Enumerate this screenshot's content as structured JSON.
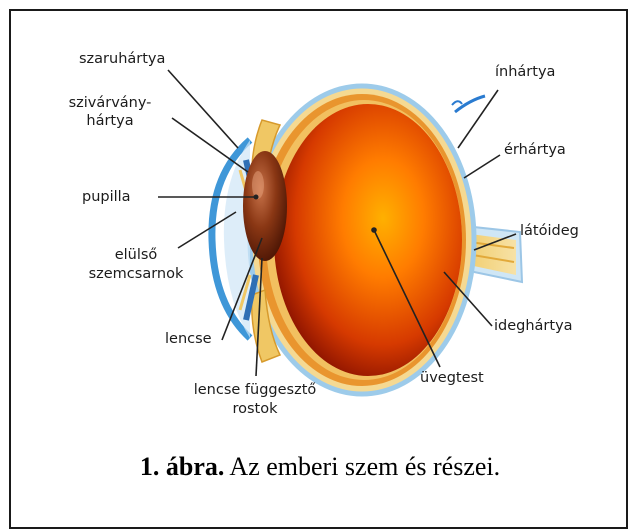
{
  "labels": {
    "szaruhartya": "szaruhártya",
    "szivarvanyhartya_1": "szivárvány-",
    "szivarvanyhartya_2": "hártya",
    "pupilla": "pupilla",
    "elulso_1": "elülső",
    "elulso_2": "szemcsarnok",
    "lencse": "lencse",
    "fuggeszto_1": "lencse függesztő",
    "fuggeszto_2": "rostok",
    "inhartya": "ínhártya",
    "erhartya": "érhártya",
    "latoideg": "látóideg",
    "ideghartya": "ideghártya",
    "uvegtest": "üvegtest"
  },
  "caption": {
    "number": "1. ábra.",
    "text": " Az emberi szem és részei."
  },
  "colors": {
    "sclera": "#f3d48a",
    "choroid": "#e58a2a",
    "vitreous_center": "#ff8a00",
    "vitreous_edge": "#a41600",
    "lens": "#7a2e10",
    "cornea": "#4aa3e0",
    "label_line": "#222222"
  }
}
